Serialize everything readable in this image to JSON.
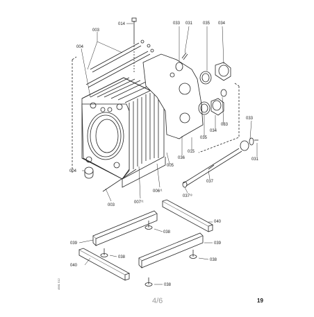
{
  "diagram": {
    "labels": {
      "l014": "014",
      "l003a": "003",
      "l004a": "004",
      "l033a": "033",
      "l031a": "031",
      "l035a": "035",
      "l034a": "034",
      "l033b": "033",
      "l034b": "034",
      "l035b": "035",
      "l036": "036",
      "l015": "015",
      "l005": "005",
      "l004b": "004",
      "l003b": "003",
      "l007": "007⁾¹",
      "l006": "006⁾¹",
      "l033c": "033",
      "l031b": "031",
      "l037": "037",
      "l037b": "037⁾³",
      "l040a": "040",
      "l038a": "038",
      "l039a": "039",
      "l039b": "039",
      "l038b": "038",
      "l038c": "038",
      "l040b": "040",
      "l038d": "038"
    }
  },
  "footer": {
    "page_number": "4/6",
    "page_side": "19",
    "doc_code": "4981 512"
  }
}
